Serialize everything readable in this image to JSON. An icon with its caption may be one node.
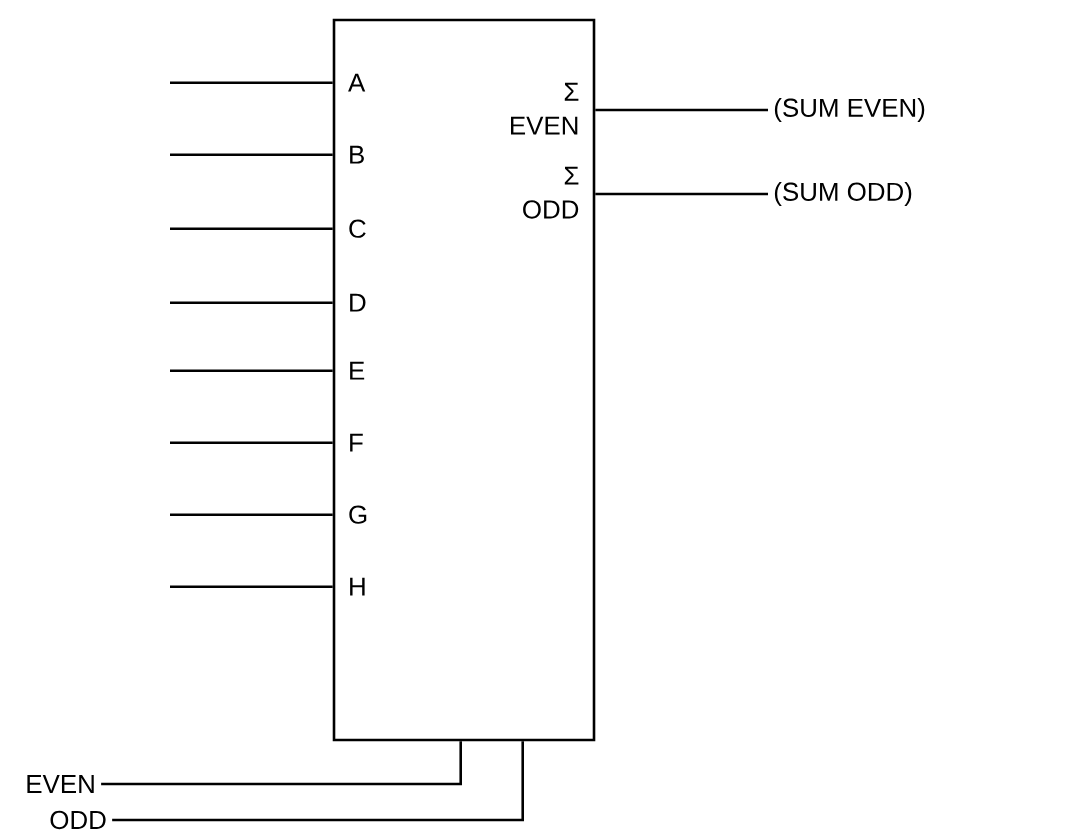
{
  "diagram": {
    "nodes": [
      {
        "text": [],
        "shape": "box"
      },
      {
        "text": [
          "A"
        ],
        "in": 0
      },
      {
        "text": [
          "B"
        ],
        "in": 0
      },
      {
        "text": [
          "C"
        ],
        "in": 0
      },
      {
        "text": [
          "D"
        ],
        "in": 0
      },
      {
        "text": [
          "E"
        ],
        "in": 0
      },
      {
        "text": [
          "F"
        ],
        "in": 0
      },
      {
        "text": [
          "G"
        ],
        "in": 0
      },
      {
        "text": [
          "H"
        ],
        "in": 0
      },
      {
        "text": [
          "Σ EVEN"
        ],
        "in": 0
      },
      {
        "text": [
          "Σ ODD"
        ],
        "in": 0
      },
      {
        "text": [
          "(SUM EVEN)"
        ]
      },
      {
        "text": [
          "(SUM ODD)"
        ]
      },
      {
        "text": [
          "EVEN"
        ]
      },
      {
        "text": [
          "ODD"
        ]
      }
    ],
    "edges": [
      {
        "from": null,
        "to": 1,
        "arrow": "none"
      },
      {
        "from": null,
        "to": 2,
        "arrow": "none"
      },
      {
        "from": null,
        "to": 3,
        "arrow": "none"
      },
      {
        "from": null,
        "to": 4,
        "arrow": "none"
      },
      {
        "from": null,
        "to": 5,
        "arrow": "none"
      },
      {
        "from": null,
        "to": 6,
        "arrow": "none"
      },
      {
        "from": null,
        "to": 7,
        "arrow": "none"
      },
      {
        "from": null,
        "to": 8,
        "arrow": "none"
      },
      {
        "from": 9,
        "to": 11,
        "arrow": "none"
      },
      {
        "from": 10,
        "to": 12,
        "arrow": "none"
      },
      {
        "from": 13,
        "to": 0,
        "arrow": "none"
      },
      {
        "from": 14,
        "to": 0,
        "arrow": "none"
      }
    ]
  }
}
